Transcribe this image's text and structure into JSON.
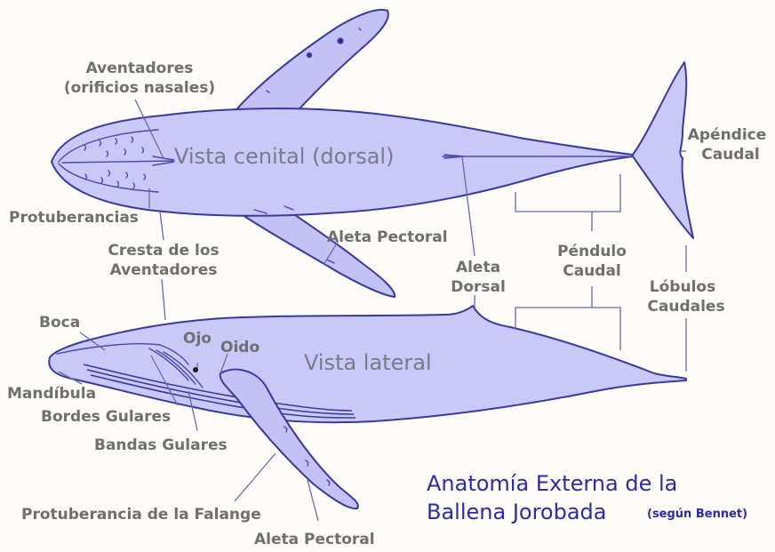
{
  "diagram": {
    "views": {
      "dorsal": "Vista cenital (dorsal)",
      "lateral": "Vista lateral"
    },
    "labels": {
      "aventadores_1": "Aventadores",
      "aventadores_2": "(orificios nasales)",
      "protuberancias": "Protuberancias",
      "cresta_1": "Cresta de los",
      "cresta_2": "Aventadores",
      "aleta_pectoral_top": "Aleta Pectoral",
      "aleta_dorsal_1": "Aleta",
      "aleta_dorsal_2": "Dorsal",
      "apendice_1": "Apéndice",
      "apendice_2": "Caudal",
      "pendulo_1": "Péndulo",
      "pendulo_2": "Caudal",
      "lobulos_1": "Lóbulos",
      "lobulos_2": "Caudales",
      "boca": "Boca",
      "ojo": "Ojo",
      "oido": "Oido",
      "mandibula": "Mandíbula",
      "bordes_gulares": "Bordes Gulares",
      "bandas_gulares": "Bandas Gulares",
      "protuberancia_falange": "Protuberancia de la Falange",
      "aleta_pectoral_bottom": "Aleta Pectoral"
    },
    "title_1": "Anatomía Externa de la",
    "title_2": "Ballena Jorobada",
    "credit": "(según Bennet)",
    "colors": {
      "body_fill": "#c9c9f7",
      "outline": "#3a3a9a",
      "label_text": "#6f6f6f",
      "title_text": "#2c2ca8"
    }
  }
}
